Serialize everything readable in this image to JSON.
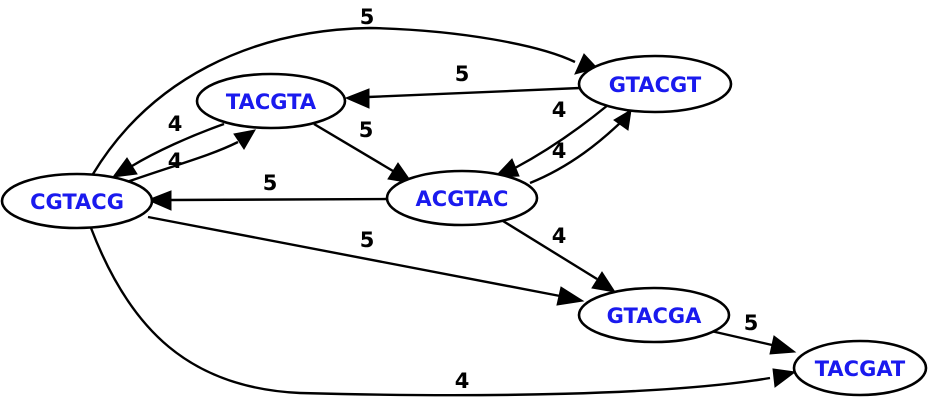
{
  "colors": {
    "node_label": "#1a1aee",
    "node_stroke": "#000000",
    "edge": "#000000",
    "background": "#ffffff"
  },
  "nodes": [
    {
      "id": "TACGTA",
      "label": "TACGTA"
    },
    {
      "id": "GTACGT",
      "label": "GTACGT"
    },
    {
      "id": "CGTACG",
      "label": "CGTACG"
    },
    {
      "id": "ACGTAC",
      "label": "ACGTAC"
    },
    {
      "id": "GTACGA",
      "label": "GTACGA"
    },
    {
      "id": "TACGAT",
      "label": "TACGAT"
    }
  ],
  "edges": [
    {
      "from": "CGTACG",
      "to": "GTACGT",
      "weight": "5"
    },
    {
      "from": "GTACGT",
      "to": "TACGTA",
      "weight": "5"
    },
    {
      "from": "TACGTA",
      "to": "CGTACG",
      "weight": "4"
    },
    {
      "from": "CGTACG",
      "to": "TACGTA",
      "weight": "4"
    },
    {
      "from": "TACGTA",
      "to": "ACGTAC",
      "weight": "5"
    },
    {
      "from": "GTACGT",
      "to": "ACGTAC",
      "weight": "4"
    },
    {
      "from": "ACGTAC",
      "to": "GTACGT",
      "weight": "4"
    },
    {
      "from": "ACGTAC",
      "to": "CGTACG",
      "weight": "5"
    },
    {
      "from": "CGTACG",
      "to": "GTACGA",
      "weight": "5"
    },
    {
      "from": "ACGTAC",
      "to": "GTACGA",
      "weight": "4"
    },
    {
      "from": "GTACGA",
      "to": "TACGAT",
      "weight": "5"
    },
    {
      "from": "CGTACG",
      "to": "TACGAT",
      "weight": "4"
    }
  ]
}
